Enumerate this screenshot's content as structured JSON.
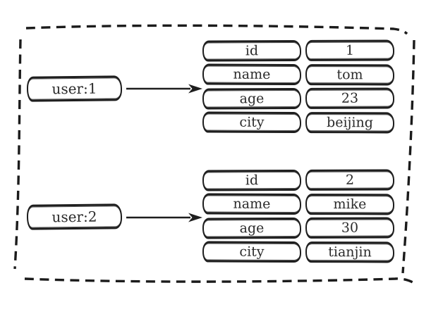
{
  "colors": {
    "ink": "#1e1e1e",
    "background": "#ffffff"
  },
  "icons": {
    "pointer": "arrow-right-icon"
  },
  "entries": [
    {
      "key": "user:1",
      "fields": [
        {
          "name": "id",
          "value": "1"
        },
        {
          "name": "name",
          "value": "tom"
        },
        {
          "name": "age",
          "value": "23"
        },
        {
          "name": "city",
          "value": "beijing"
        }
      ]
    },
    {
      "key": "user:2",
      "fields": [
        {
          "name": "id",
          "value": "2"
        },
        {
          "name": "name",
          "value": "mike"
        },
        {
          "name": "age",
          "value": "30"
        },
        {
          "name": "city",
          "value": "tianjin"
        }
      ]
    }
  ]
}
